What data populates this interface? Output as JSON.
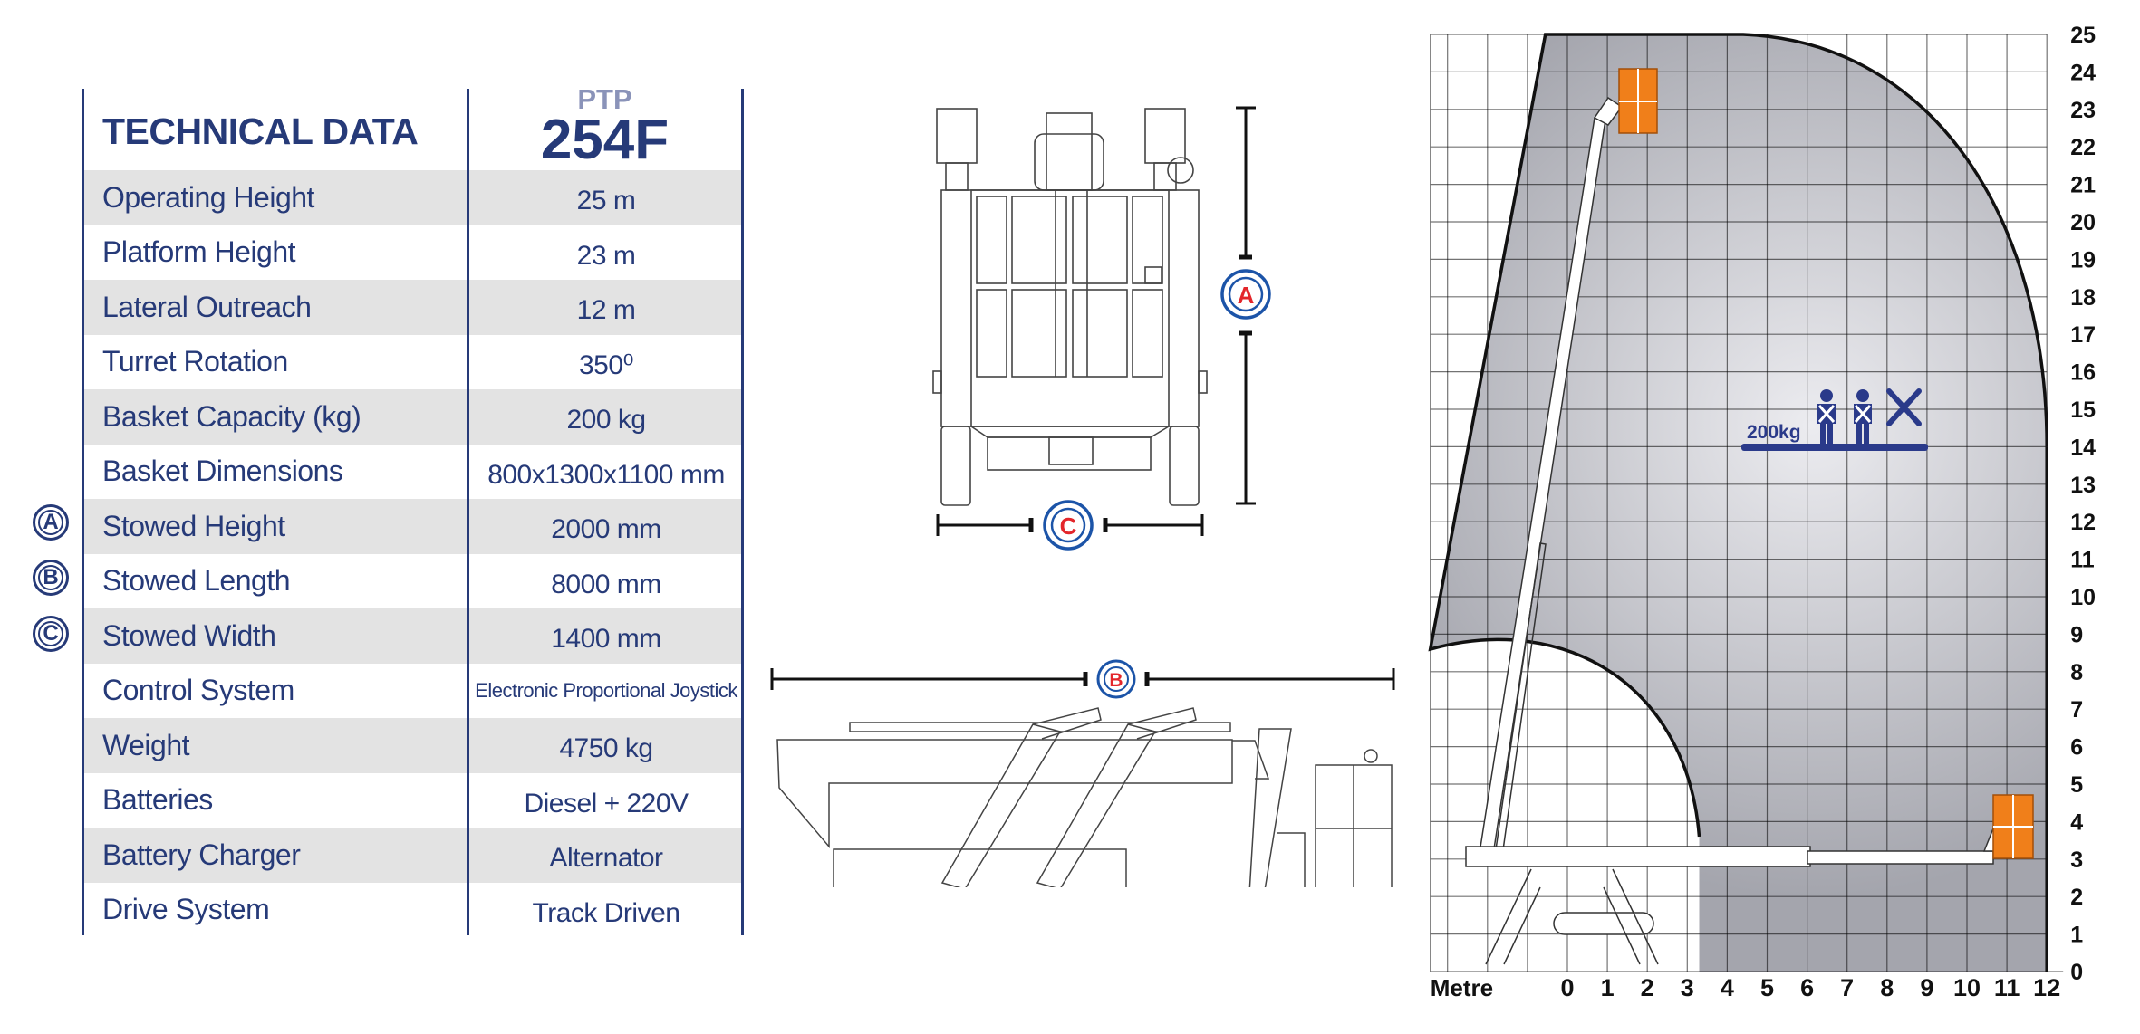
{
  "table": {
    "title": "TECHNICAL DATA",
    "model_prefix": "PTP",
    "model": "254F",
    "rows": [
      {
        "label": "Operating Height",
        "value": "25 m"
      },
      {
        "label": "Platform Height",
        "value": "23 m"
      },
      {
        "label": "Lateral Outreach",
        "value": "12 m"
      },
      {
        "label": "Turret Rotation",
        "value": "350⁰"
      },
      {
        "label": "Basket Capacity (kg)",
        "value": "200 kg"
      },
      {
        "label": "Basket Dimensions",
        "value": "800x1300x1100 mm"
      },
      {
        "label": "Stowed Height",
        "value": "2000 mm",
        "marker": "A"
      },
      {
        "label": "Stowed Length",
        "value": "8000 mm",
        "marker": "B"
      },
      {
        "label": "Stowed Width",
        "value": "1400 mm",
        "marker": "C"
      },
      {
        "label": "Control System",
        "value": "Electronic Proportional Joystick"
      },
      {
        "label": "Weight",
        "value": "4750 kg"
      },
      {
        "label": "Batteries",
        "value": "Diesel + 220V"
      },
      {
        "label": "Battery Charger",
        "value": "Alternator"
      },
      {
        "label": "Drive System",
        "value": "Track Driven"
      }
    ]
  },
  "drawings": {
    "front_view": {
      "dim_height": "A",
      "dim_width": "C"
    },
    "side_view": {
      "dim_length": "B"
    }
  },
  "envelope": {
    "x_label": "Metre",
    "x_ticks": [
      0,
      1,
      2,
      3,
      4,
      5,
      6,
      7,
      8,
      9,
      10,
      11,
      12
    ],
    "y_ticks": [
      0,
      1,
      2,
      3,
      4,
      5,
      6,
      7,
      8,
      9,
      10,
      11,
      12,
      13,
      14,
      15,
      16,
      17,
      18,
      19,
      20,
      21,
      22,
      23,
      24,
      25
    ],
    "load_label": "200kg",
    "icons": [
      "worker-icon",
      "worker-icon",
      "tools-icon"
    ]
  },
  "colors": {
    "navy": "#263a78",
    "row_gray": "#e3e3e3",
    "marker_blue": "#1c54a8",
    "marker_red": "#e3262b",
    "basket_orange": "#f07f1a",
    "envelope_gray": "#a9aab2"
  }
}
